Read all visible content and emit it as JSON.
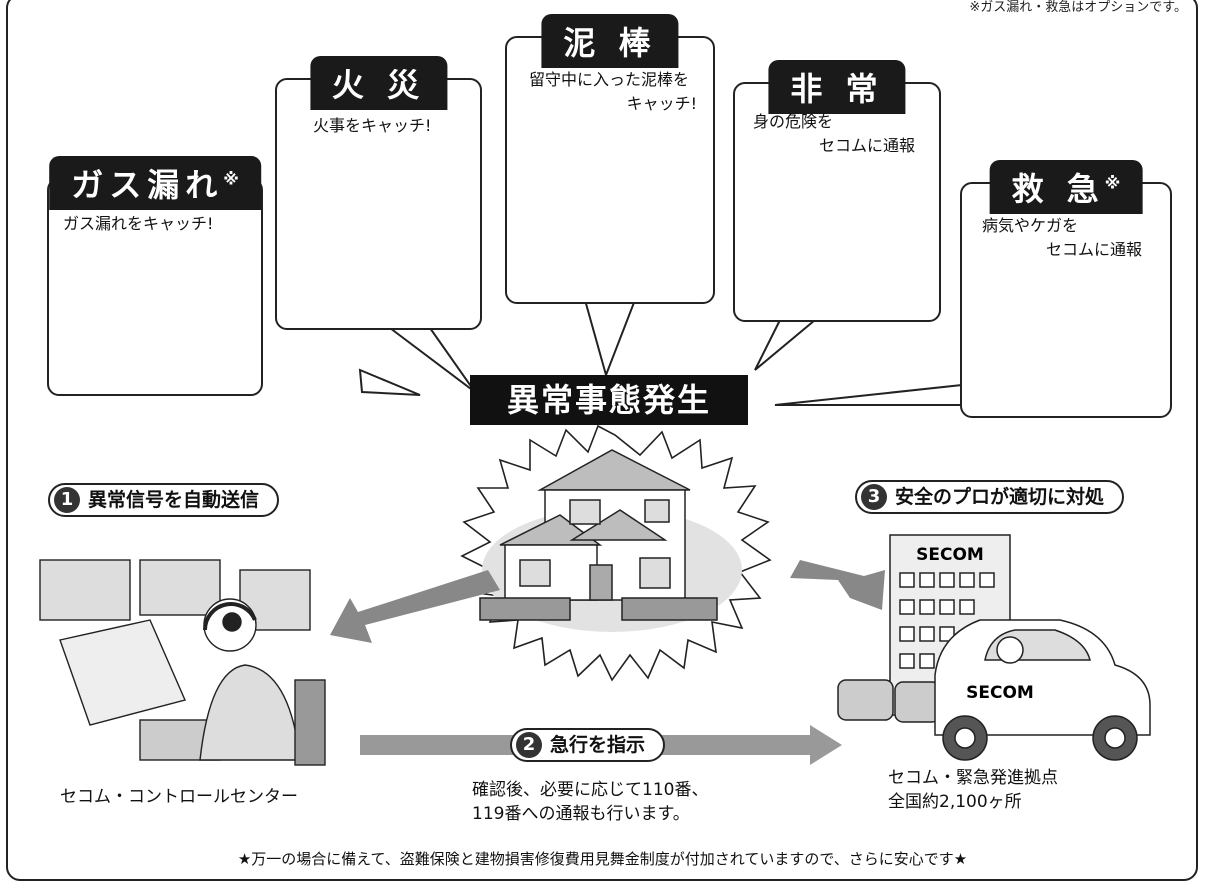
{
  "note": "※ガス漏れ・救急はオプションです。",
  "center_label": "異常事態発生",
  "bubbles": {
    "gas": {
      "title": "ガス漏れ",
      "mark": "※",
      "lines": [
        "ガス漏れをキャッチ!"
      ]
    },
    "fire": {
      "title": "火 災",
      "mark": "",
      "lines": [
        "火事をキャッチ!"
      ]
    },
    "burglar": {
      "title": "泥 棒",
      "mark": "",
      "lines": [
        "留守中に入った泥棒を",
        "キャッチ!"
      ]
    },
    "emergency": {
      "title": "非 常",
      "mark": "",
      "lines": [
        "身の危険を",
        "セコムに通報"
      ]
    },
    "ambulance": {
      "title": "救 急",
      "mark": "※",
      "lines": [
        "病気やケガを",
        "セコムに通報"
      ]
    }
  },
  "steps": {
    "one": {
      "num": "1",
      "label": "異常信号を自動送信"
    },
    "two": {
      "num": "2",
      "label": "急行を指示"
    },
    "three": {
      "num": "3",
      "label": "安全のプロが適切に対処"
    }
  },
  "captions": {
    "control_center": "セコム・コントロールセンター",
    "instruct_line1": "確認後、必要に応じて110番、",
    "instruct_line2": "119番への通報も行います。",
    "depot_line1": "セコム・緊急発進拠点",
    "depot_line2": "全国約2,100ヶ所"
  },
  "signage": {
    "building": "SECOM",
    "car": "SECOM"
  },
  "footer": "★万一の場合に備えて、盗難保険と建物損害修復費用見舞金制度が付加されていますので、さらに安心です★"
}
